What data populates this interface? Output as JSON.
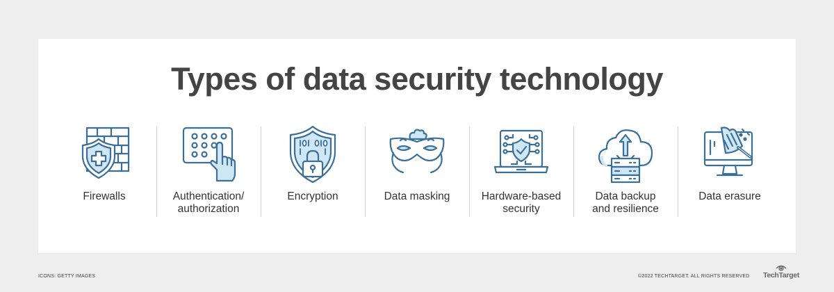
{
  "title": "Types of data security technology",
  "colors": {
    "icon_stroke": "#3a6f99",
    "icon_fill": "#cfe6f5",
    "title": "#444444",
    "background": "#eeeeee",
    "card": "#ffffff"
  },
  "items": [
    {
      "icon": "firewall-shield-icon",
      "label_lines": [
        "Firewalls"
      ]
    },
    {
      "icon": "keypad-touch-icon",
      "label_lines": [
        "Authentication/",
        "authorization"
      ]
    },
    {
      "icon": "encrypted-shield-lock-icon",
      "label_lines": [
        "Encryption"
      ]
    },
    {
      "icon": "mask-icon",
      "label_lines": [
        "Data masking"
      ]
    },
    {
      "icon": "secure-laptop-circuit-icon",
      "label_lines": [
        "Hardware-based",
        "security"
      ]
    },
    {
      "icon": "cloud-backup-server-icon",
      "label_lines": [
        "Data backup",
        "and resilience"
      ]
    },
    {
      "icon": "monitor-eraser-icon",
      "label_lines": [
        "Data erasure"
      ]
    }
  ],
  "footer": {
    "credit": "ICONS: GETTY IMAGES",
    "copyright": "©2022 TECHTARGET. ALL RIGHTS RESERVED",
    "brand": "TechTarget"
  }
}
